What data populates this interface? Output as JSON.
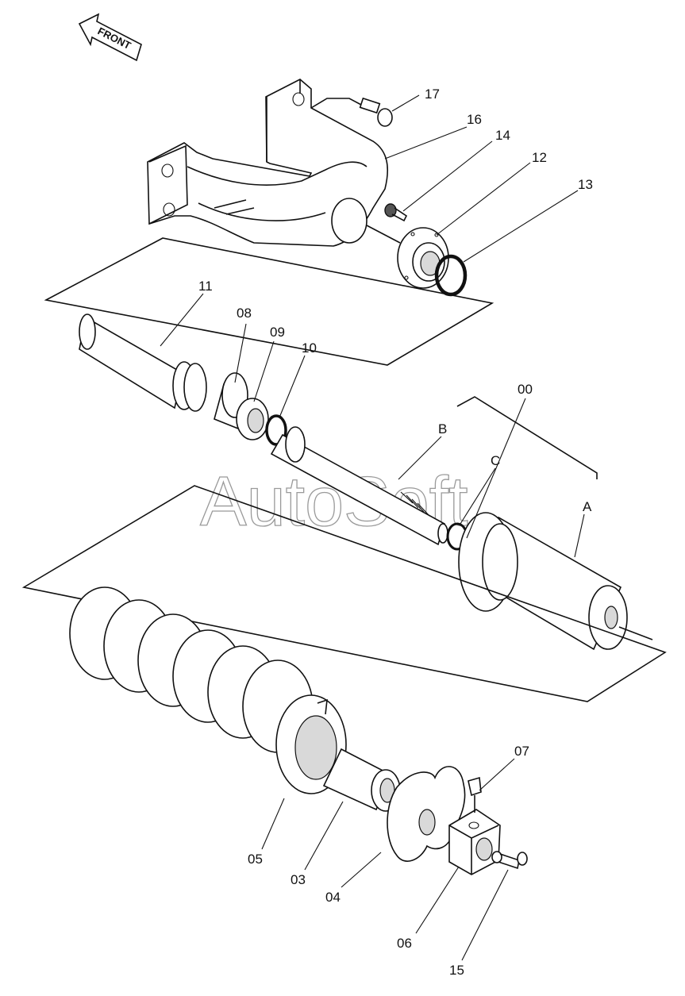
{
  "direction_label": "FRONT",
  "watermark": "AutoSoft",
  "part_labels": {
    "p17": "17",
    "p16": "16",
    "p14": "14",
    "p12": "12",
    "p13": "13",
    "p11": "11",
    "p08": "08",
    "p09": "09",
    "p10": "10",
    "p00": "00",
    "pB": "B",
    "pC": "C",
    "pA": "A",
    "p07": "07",
    "p05": "05",
    "p03": "03",
    "p04": "04",
    "p06": "06",
    "p15": "15"
  }
}
